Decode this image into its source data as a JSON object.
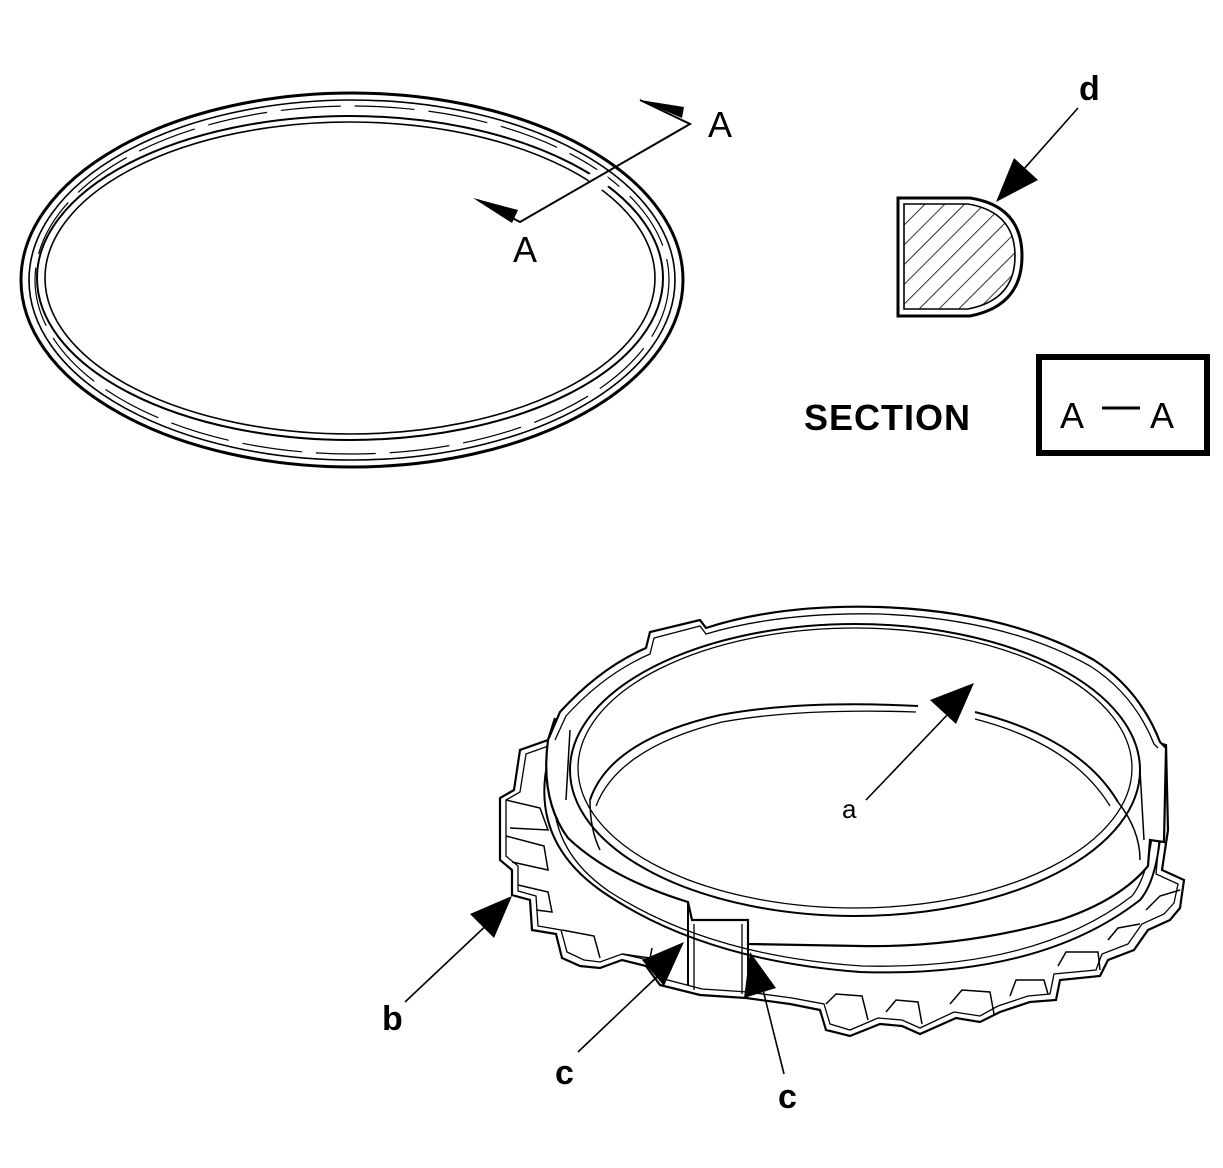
{
  "callouts": {
    "a": "a",
    "b": "b",
    "c_left": "c",
    "c_right": "c",
    "d": "d"
  },
  "cut_line": {
    "start_label": "A",
    "end_label": "A"
  },
  "section": {
    "word": "SECTION",
    "box_left": "A",
    "box_right": "A"
  },
  "icons": [
    "snap-ring",
    "section-profile",
    "synchronizer-ring",
    "leader-arrow"
  ],
  "colors": {
    "line": "#000000",
    "background": "#ffffff"
  }
}
